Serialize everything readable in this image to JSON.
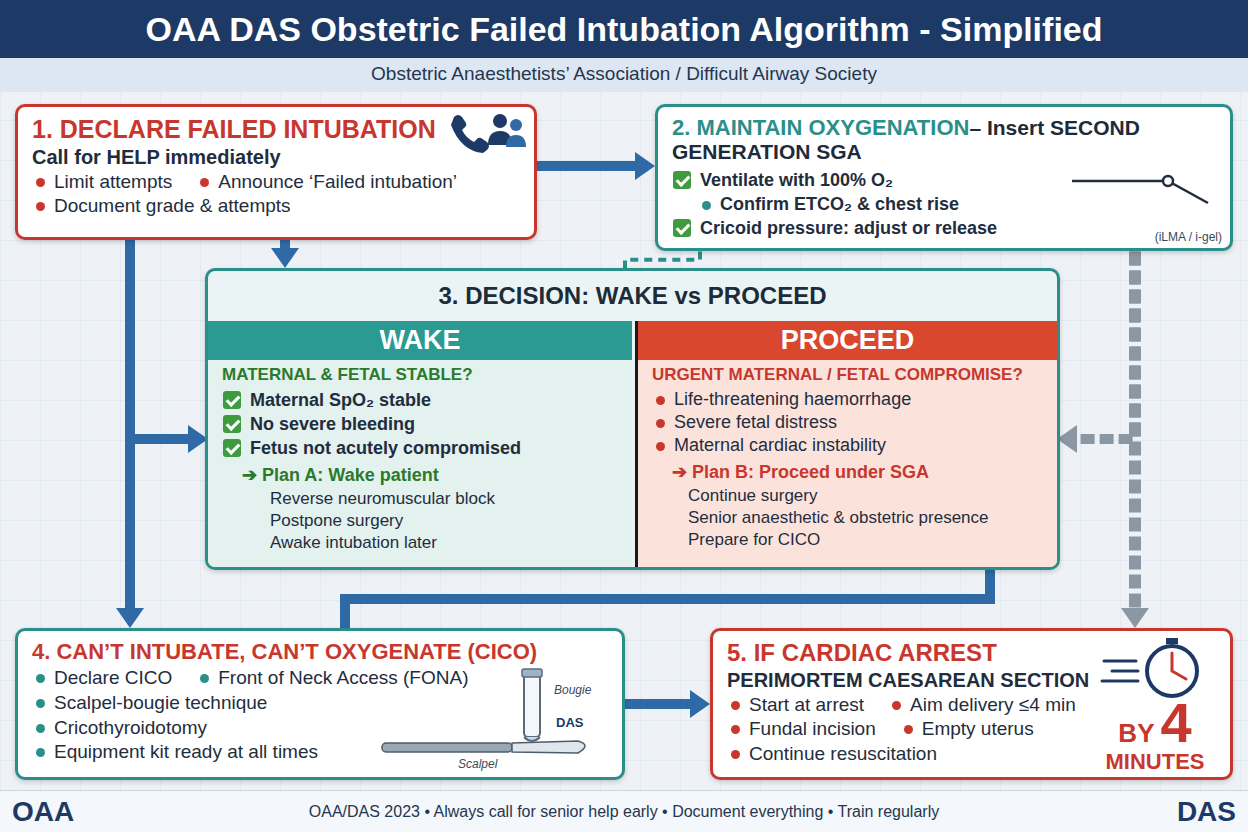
{
  "diagram": {
    "title": "OAA DAS Obstetric Failed Intubation Algorithm - Simplified",
    "nodes": [
      {
        "text": [
          "1. DECLARE FAILED INTUBATION",
          "Call for HELP immediately",
          "Limit attempts",
          "Announce ‘Failed intubation’",
          "Document grade & attempts"
        ]
      },
      {
        "text": [
          "2. MAINTAIN OXYGENATION",
          "– Insert SECOND GENERATION SGA",
          "Ventilate with 100% O₂",
          "Confirm ETCO₂ & chest rise",
          "Cricoid pressure: adjust or release",
          "(iLMA / i-gel)"
        ]
      },
      {
        "text": [
          "3. DECISION: WAKE vs PROCEED"
        ]
      },
      {
        "text": [
          "WAKE",
          "MATERNAL & FETAL STABLE?",
          "Maternal SpO₂ stable",
          "No severe bleeding",
          "Fetus not acutely compromised",
          "➔ Plan A: Wake patient",
          "Reverse neuromuscular block",
          "Postpone surgery",
          "Awake intubation later"
        ],
        "in": 2
      },
      {
        "text": [
          "PROCEED",
          "URGENT MATERNAL / FETAL COMPROMISE?",
          "Life-threatening haemorrhage",
          "Severe fetal distress",
          "Maternal cardiac instability",
          "➔ Plan B: Proceed under SGA",
          "Continue surgery",
          "Senior anaesthetic & obstetric presence",
          "Prepare for CICO"
        ],
        "in": 2
      },
      {
        "text": [
          "4. CAN’T INTUBATE, CAN’T OXYGENATE (CICO)",
          "Declare CICO",
          "Front of Neck Access (FONA)",
          "Scalpel-bougie technique",
          "Cricothyroidotomy",
          "Equipment kit ready at all times"
        ]
      },
      {
        "text": [
          "5. IF CARDIAC ARREST",
          "PERIMORTEM CAESAREAN SECTION",
          "Start at arrest",
          "Aim delivery ≤4 min",
          "Fundal incision",
          "Empty uterus",
          "Continue resuscitation",
          "BY",
          "4",
          "MINUTES"
        ]
      }
    ],
    "edges": [
      {
        "from": 0,
        "to": 1,
        "arrow": "to"
      },
      {
        "from": 0,
        "to": 2,
        "arrow": "to"
      },
      {
        "from": 0,
        "to": 5,
        "arrow": "to"
      },
      {
        "from": 0,
        "to": 3,
        "arrow": "to"
      },
      {
        "from": 1,
        "to": 2,
        "arrow": "none"
      },
      {
        "from": 1,
        "to": 6,
        "arrow": "to"
      },
      {
        "from": 1,
        "to": 4,
        "arrow": "to"
      },
      {
        "from": 2,
        "to": 5,
        "arrow": "none"
      },
      {
        "from": 5,
        "to": 6,
        "arrow": "to"
      }
    ],
    "labels": [
      "Obstetric Anaesthetists’ Association / Difficult Airway Society",
      "Bougie",
      "Scalpel",
      "DAS",
      "OAA",
      "OAA/DAS 2023 • Always call for senior help early • Document everything • Train regularly",
      "DAS"
    ]
  }
}
